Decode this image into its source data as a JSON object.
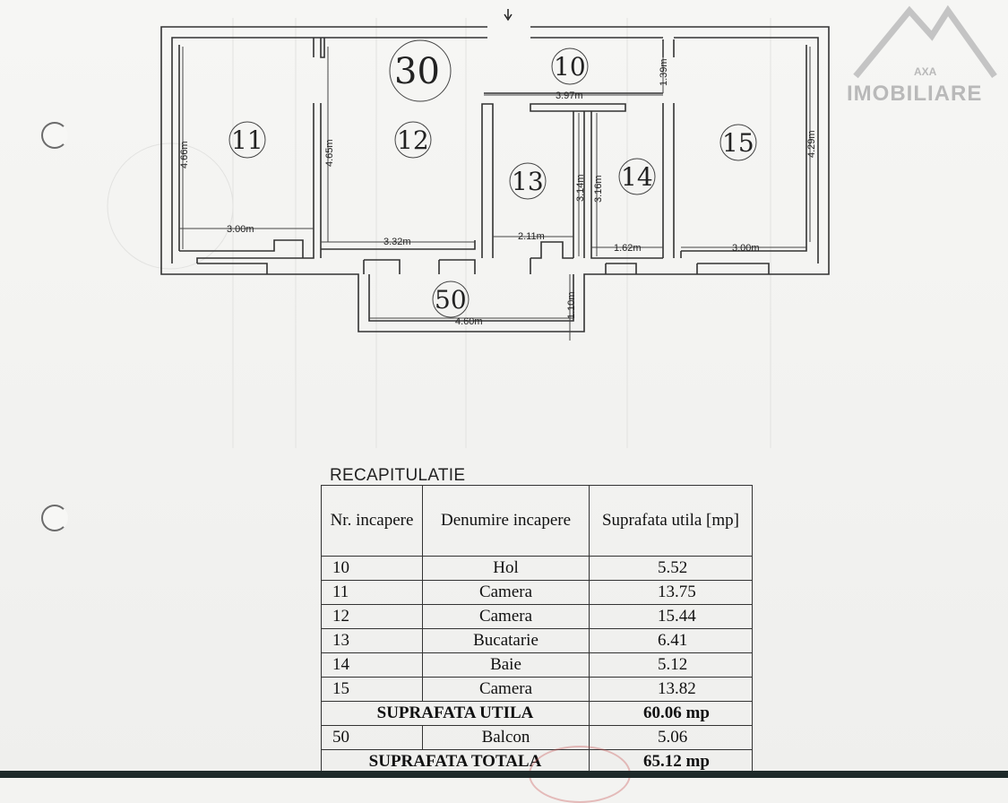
{
  "logo": {
    "top": "AXA",
    "name": "IMOBILIARE"
  },
  "plan": {
    "apartment_no": "30",
    "rooms": [
      "11",
      "12",
      "10",
      "13",
      "14",
      "15",
      "50"
    ],
    "dimensions": [
      "3.00m",
      "4.66m",
      "4.65m",
      "3.32m",
      "3.97m",
      "1.39m",
      "2.11m",
      "3.14m",
      "3.16m",
      "1.62m",
      "3.00m",
      "4.29m",
      "4.60m",
      "1.10m"
    ]
  },
  "recap": {
    "title": "RECAPITULATIE",
    "headers": [
      "Nr. incapere",
      "Denumire incapere",
      "Suprafata utila [mp]"
    ],
    "rows": [
      [
        "10",
        "Hol",
        "5.52"
      ],
      [
        "11",
        "Camera",
        "13.75"
      ],
      [
        "12",
        "Camera",
        "15.44"
      ],
      [
        "13",
        "Bucatarie",
        "6.41"
      ],
      [
        "14",
        "Baie",
        "5.12"
      ],
      [
        "15",
        "Camera",
        "13.82"
      ]
    ],
    "util_label": "SUPRAFATA UTILA",
    "util_value": "60.06 mp",
    "balcony_row": [
      "50",
      "Balcon",
      "5.06"
    ],
    "total_label": "SUPRAFATA TOTALA",
    "total_value": "65.12 mp"
  }
}
